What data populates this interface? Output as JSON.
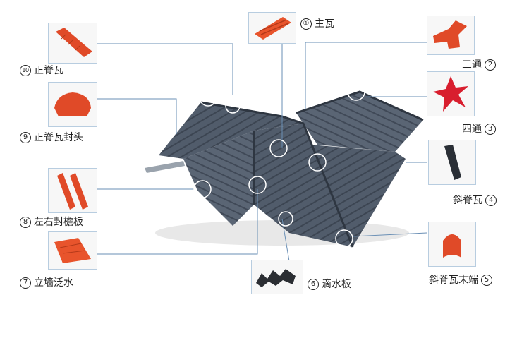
{
  "parts": [
    {
      "num": "①",
      "text": "主瓦"
    },
    {
      "num": "2",
      "text": "三通"
    },
    {
      "num": "3",
      "text": "四通"
    },
    {
      "num": "4",
      "text": "斜脊瓦"
    },
    {
      "num": "5",
      "text": "斜脊瓦末端"
    },
    {
      "num": "6",
      "text": "滴水板"
    },
    {
      "num": "7",
      "text": "立墙泛水"
    },
    {
      "num": "8",
      "text": "左右封檐板"
    },
    {
      "num": "9",
      "text": "正脊瓦封头"
    },
    {
      "num": "10",
      "text": "正脊瓦"
    }
  ],
  "colors": {
    "tile_orange": "#e8542c",
    "tile_red": "#d81e2e",
    "roof_gray": "#4a5462",
    "leader": "#6a8fb5"
  }
}
